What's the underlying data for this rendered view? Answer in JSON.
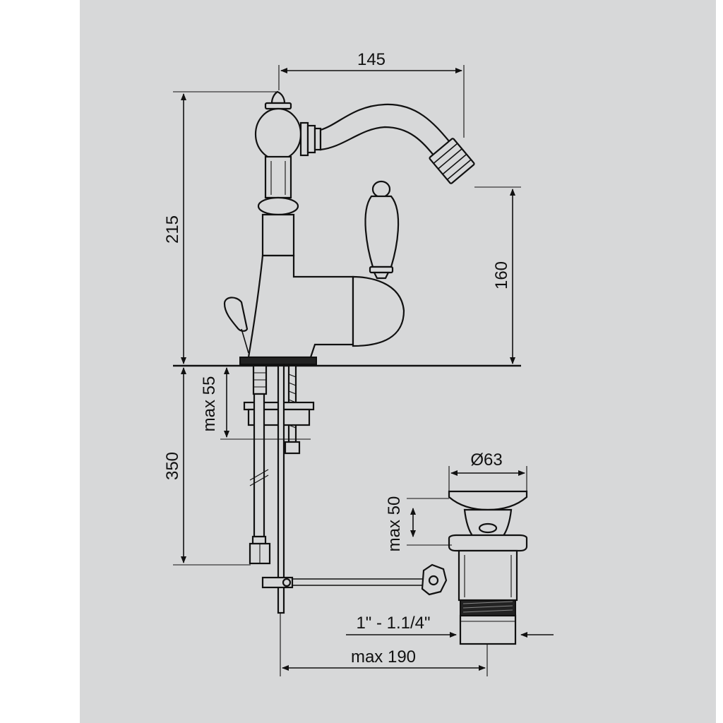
{
  "dimensions": {
    "width_top": "145",
    "height_total": "215",
    "spout_height": "160",
    "max_counter": "max 55",
    "hose_length": "350",
    "waste_diameter": "Ø63",
    "waste_max": "max 50",
    "thread": "1\" - 1.1/4\"",
    "max_reach": "max 190"
  }
}
